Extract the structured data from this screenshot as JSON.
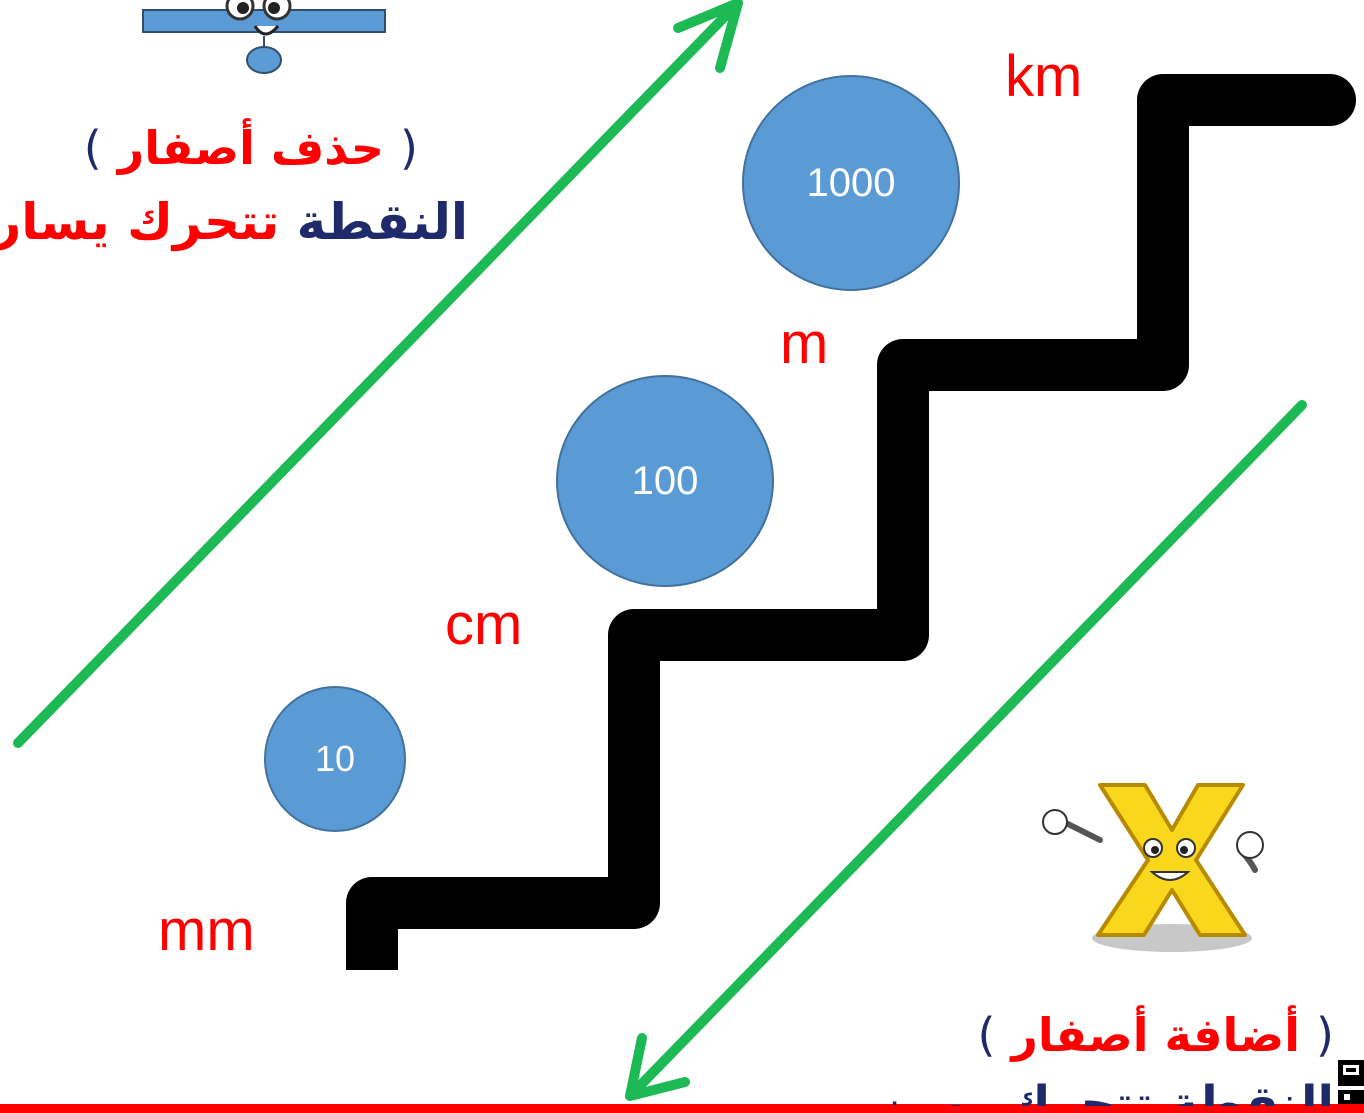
{
  "units": {
    "km": "km",
    "m": "m",
    "cm": "cm",
    "mm": "mm"
  },
  "factors": {
    "f1000": "1000",
    "f100": "100",
    "f10": "10"
  },
  "top_rule": {
    "open_paren": "(",
    "action": "حذف أصفار",
    "close_paren": ")",
    "dot": "النقطة",
    "move": "تتحرك يسار"
  },
  "bottom_rule": {
    "open_paren": "(",
    "action": "أضافة أصفار",
    "close_paren": ")",
    "dot_move": "النقطة تتحرك",
    "direction": "يمين"
  },
  "colors": {
    "arrow": "#1db954",
    "stair": "#000000",
    "unit_text": "#ff0000",
    "circle_fill": "#5b9bd5",
    "navy_text": "#1f2a6b",
    "bottom_line": "#ff0000"
  },
  "icons": {
    "top_mascot": "ruler-mascot-icon",
    "bottom_mascot": "letter-x-mascot-icon",
    "corner": "qr-code-icon"
  }
}
